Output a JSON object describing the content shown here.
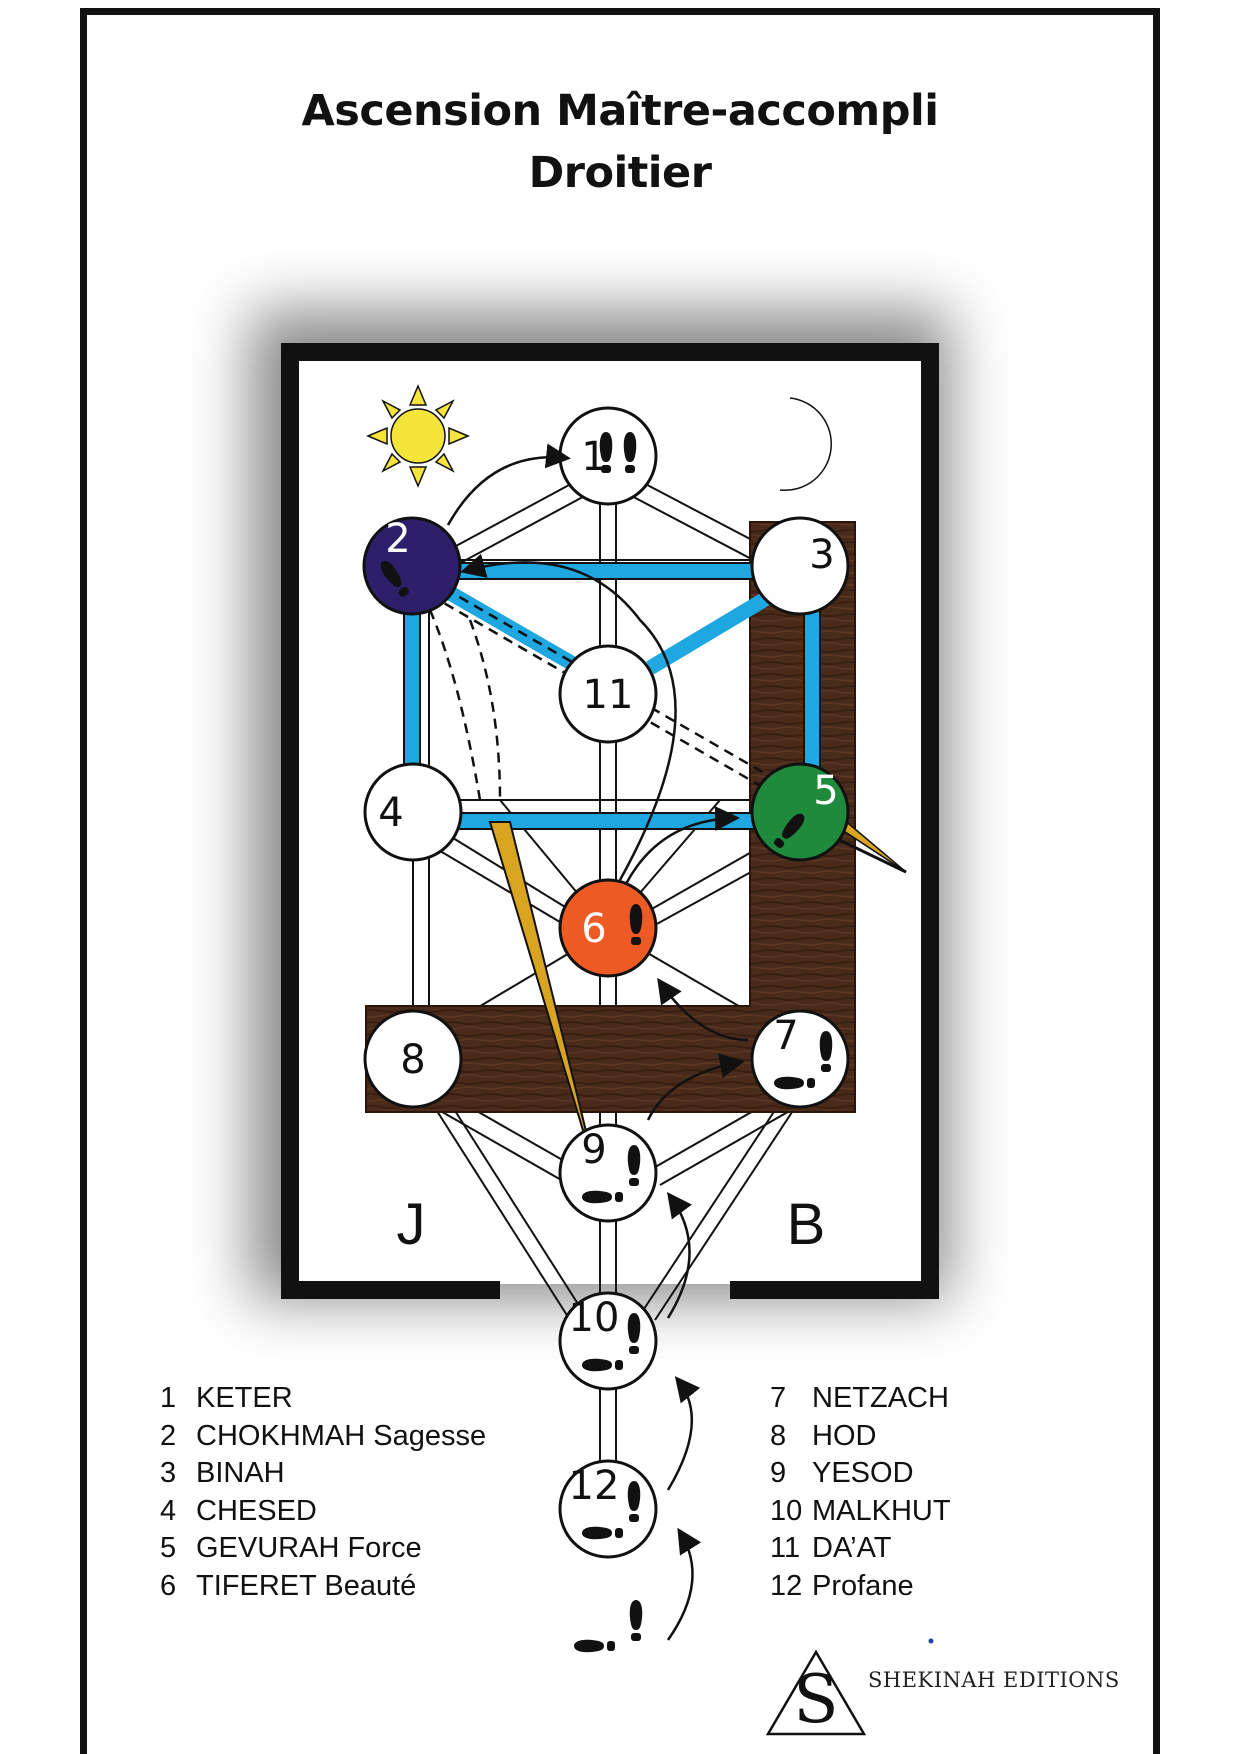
{
  "title": {
    "line1": "Ascension Maître-accompli",
    "line2": "Droitier"
  },
  "nodes": [
    {
      "id": 1,
      "label": "1",
      "fill": "#ffffff",
      "text_color": "#111111",
      "footprint": "pair"
    },
    {
      "id": 2,
      "label": "2",
      "fill": "#2e1f6b",
      "text_color": "#ffffff",
      "footprint": "single"
    },
    {
      "id": 3,
      "label": "3",
      "fill": "#ffffff",
      "text_color": "#111111",
      "footprint": "none"
    },
    {
      "id": 4,
      "label": "4",
      "fill": "#ffffff",
      "text_color": "#111111",
      "footprint": "none"
    },
    {
      "id": 5,
      "label": "5",
      "fill": "#1f8a3c",
      "text_color": "#ffffff",
      "footprint": "single"
    },
    {
      "id": 6,
      "label": "6",
      "fill": "#ee5a24",
      "text_color": "#ffffff",
      "footprint": "single"
    },
    {
      "id": 7,
      "label": "7",
      "fill": "#ffffff",
      "text_color": "#111111",
      "footprint": "square"
    },
    {
      "id": 8,
      "label": "8",
      "fill": "#ffffff",
      "text_color": "#111111",
      "footprint": "none"
    },
    {
      "id": 9,
      "label": "9",
      "fill": "#ffffff",
      "text_color": "#111111",
      "footprint": "square"
    },
    {
      "id": 10,
      "label": "10",
      "fill": "#ffffff",
      "text_color": "#111111",
      "footprint": "square"
    },
    {
      "id": 11,
      "label": "11",
      "fill": "#ffffff",
      "text_color": "#111111",
      "footprint": "none"
    },
    {
      "id": 12,
      "label": "12",
      "fill": "#ffffff",
      "text_color": "#111111",
      "footprint": "square"
    }
  ],
  "pillars": {
    "left": "J",
    "right": "B"
  },
  "colors": {
    "frame_blue": "#1ea7e0",
    "wood": "#4a2a1a",
    "sun": "#f5e43a",
    "moon": "#f5e43a",
    "sword": "#d9a520"
  },
  "icons": [
    "sun-icon",
    "moon-icon",
    "footprint-icon",
    "sword-icon",
    "triangle-logo-icon"
  ],
  "legend_left": [
    {
      "num": "1",
      "name": "KETER"
    },
    {
      "num": "2",
      "name": "CHOKHMAH Sagesse"
    },
    {
      "num": "3",
      "name": "BINAH"
    },
    {
      "num": "4",
      "name": "CHESED"
    },
    {
      "num": "5",
      "name": "GEVURAH Force"
    },
    {
      "num": "6",
      "name": "TIFERET Beauté"
    }
  ],
  "legend_right": [
    {
      "num": "7",
      "name": "NETZACH"
    },
    {
      "num": "8",
      "name": "HOD"
    },
    {
      "num": "9",
      "name": "YESOD"
    },
    {
      "num": "10",
      "name": "MALKHUT"
    },
    {
      "num": "11",
      "name": "DA’AT"
    },
    {
      "num": "12",
      "name": "Profane"
    }
  ],
  "publisher": {
    "logo_letter": "S",
    "name": "SHEKINAH EDITIONS"
  }
}
